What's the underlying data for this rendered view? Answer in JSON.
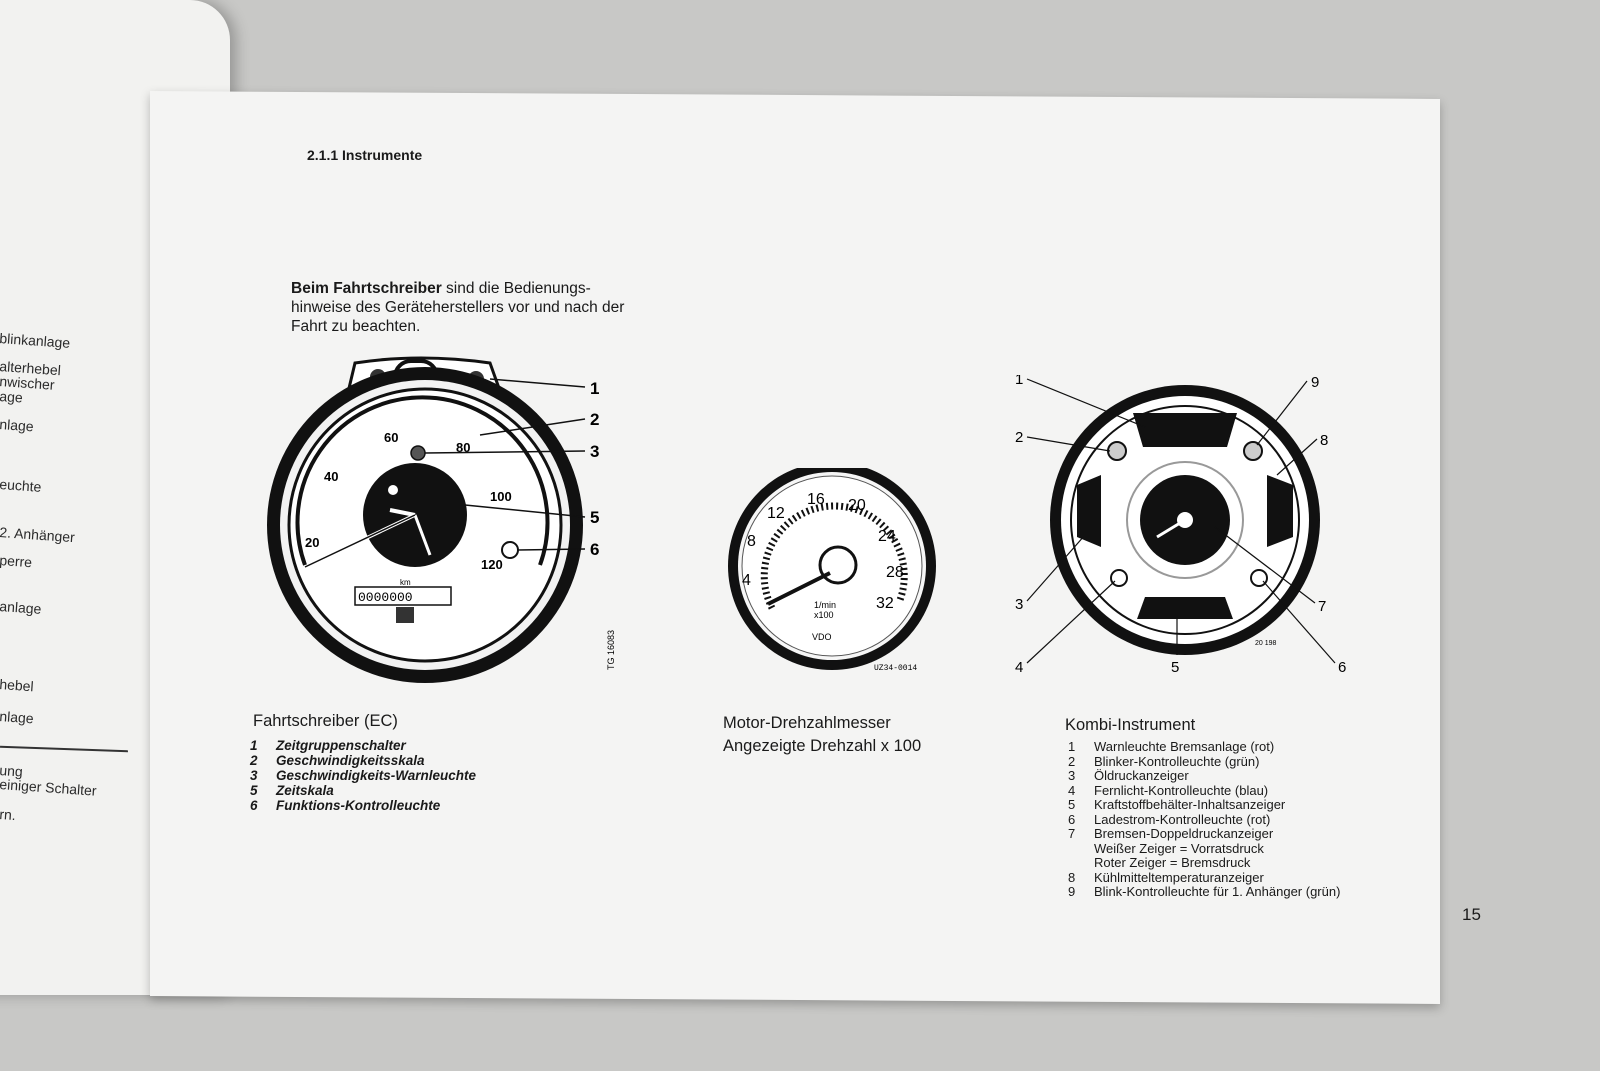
{
  "left_page": {
    "fragments": [
      "blinkanlage",
      "alterhebel",
      "nwischer",
      "age",
      "nlage",
      "euchte",
      "2. Anhänger",
      "perre",
      "anlage",
      "hebel",
      "nlage",
      "ung",
      "einiger Schalter",
      "rn."
    ]
  },
  "page": {
    "section_title": "2.1.1  Instrumente",
    "intro_bold": "Beim Fahrtschreiber",
    "intro_rest": " sind die Bedienungs-hinweise des Geräteherstellers vor und nach der Fahrt zu beachten.",
    "page_number": "15"
  },
  "fahrtschreiber": {
    "caption": "Fahrtschreiber (EC)",
    "ticks": [
      "20",
      "40",
      "60",
      "80",
      "100",
      "120"
    ],
    "odometer": "0000000",
    "km": "km",
    "side_code": "TG 16083",
    "callouts": [
      "1",
      "2",
      "3",
      "5",
      "6"
    ],
    "items": [
      {
        "n": "1",
        "t": "Zeitgruppenschalter"
      },
      {
        "n": "2",
        "t": "Geschwindigkeitsskala"
      },
      {
        "n": "3",
        "t": "Geschwindigkeits-Warnleuchte"
      },
      {
        "n": "5",
        "t": "Zeitskala"
      },
      {
        "n": "6",
        "t": "Funktions-Kontrolleuchte"
      }
    ]
  },
  "drehzahl": {
    "caption_line1": "Motor-Drehzahlmesser",
    "caption_line2": "Angezeigte Drehzahl  x 100",
    "ticks": [
      "4",
      "8",
      "12",
      "16",
      "20",
      "24",
      "28",
      "32"
    ],
    "unit_line1": "1/min",
    "unit_line2": "x100",
    "brand": "VDO",
    "code": "UZ34-0014"
  },
  "kombi": {
    "caption": "Kombi-Instrument",
    "code": "20 198",
    "callouts": [
      "1",
      "2",
      "3",
      "4",
      "5",
      "6",
      "7",
      "8",
      "9"
    ],
    "items": [
      {
        "n": "1",
        "t": "Warnleuchte Bremsanlage (rot)"
      },
      {
        "n": "2",
        "t": "Blinker-Kontrolleuchte (grün)"
      },
      {
        "n": "3",
        "t": "Öldruckanzeiger"
      },
      {
        "n": "4",
        "t": "Fernlicht-Kontrolleuchte (blau)"
      },
      {
        "n": "5",
        "t": "Kraftstoffbehälter-Inhaltsanzeiger"
      },
      {
        "n": "6",
        "t": "Ladestrom-Kontrolleuchte (rot)"
      },
      {
        "n": "7",
        "t": "Bremsen-Doppeldruckanzeiger"
      },
      {
        "n": "",
        "t": "Weißer Zeiger = Vorratsdruck"
      },
      {
        "n": "",
        "t": "Roter Zeiger    = Bremsdruck"
      },
      {
        "n": "8",
        "t": "Kühlmitteltemperaturanzeiger"
      },
      {
        "n": "9",
        "t": "Blink-Kontrolleuchte für 1. Anhänger (grün)"
      }
    ]
  }
}
